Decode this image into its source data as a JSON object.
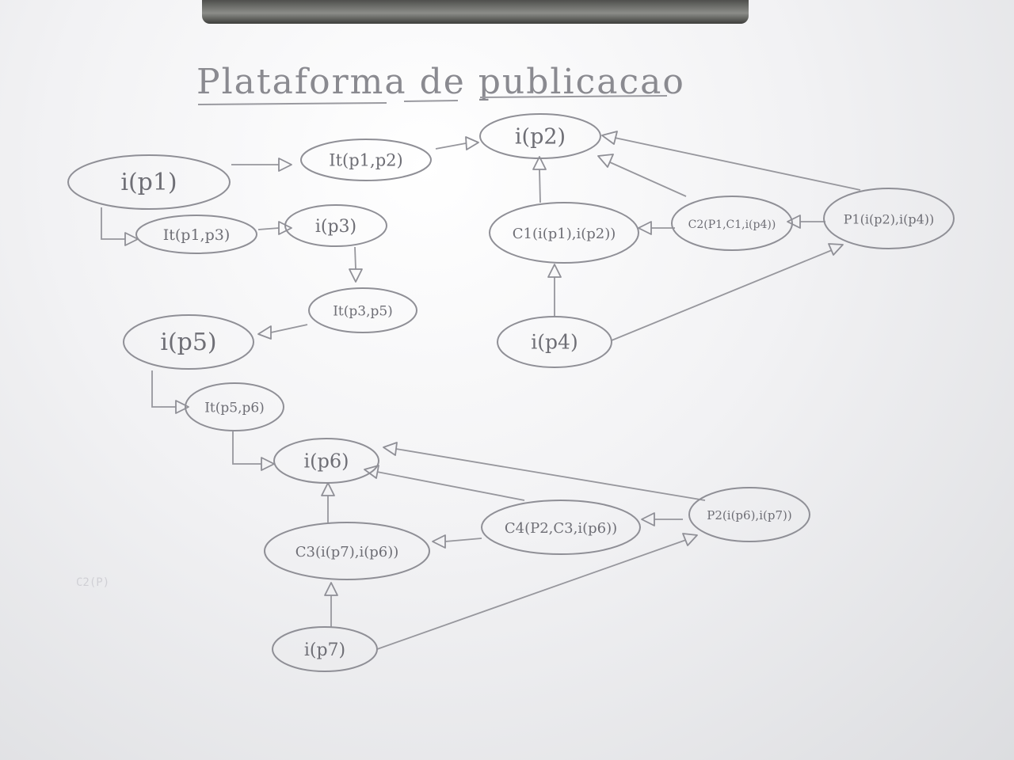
{
  "title": "Plataforma de publicacao",
  "faint_note": "C2(P)",
  "colors": {
    "paper": "#f2f2f4",
    "pencil": "#8f8f96",
    "clip": "#6a6b68"
  },
  "diagram": {
    "nodes": {
      "ip1": {
        "label": "i(p1)"
      },
      "it_p1_p2": {
        "label": "It(p1,p2)"
      },
      "ip2": {
        "label": "i(p2)"
      },
      "it_p1_p3": {
        "label": "It(p1,p3)"
      },
      "ip3": {
        "label": "i(p3)"
      },
      "c1": {
        "label": "C1(i(p1),i(p2))"
      },
      "c2": {
        "label": "C2(P1,C1,i(p4))"
      },
      "p1": {
        "label": "P1(i(p2),i(p4))"
      },
      "it_p3_p5": {
        "label": "It(p3,p5)"
      },
      "ip4": {
        "label": "i(p4)"
      },
      "ip5": {
        "label": "i(p5)"
      },
      "it_p5_p6": {
        "label": "It(p5,p6)"
      },
      "ip6": {
        "label": "i(p6)"
      },
      "c3": {
        "label": "C3(i(p7),i(p6))"
      },
      "c4": {
        "label": "C4(P2,C3,i(p6))"
      },
      "p2": {
        "label": "P2(i(p6),i(p7))"
      },
      "ip7": {
        "label": "i(p7)"
      }
    },
    "edges": [
      {
        "from": "ip1",
        "to": "it_p1_p2"
      },
      {
        "from": "it_p1_p2",
        "to": "ip2"
      },
      {
        "from": "ip1",
        "to": "it_p1_p3"
      },
      {
        "from": "it_p1_p3",
        "to": "ip3"
      },
      {
        "from": "ip3",
        "to": "it_p3_p5"
      },
      {
        "from": "it_p3_p5",
        "to": "ip5"
      },
      {
        "from": "ip5",
        "to": "it_p5_p6"
      },
      {
        "from": "it_p5_p6",
        "to": "ip6"
      },
      {
        "from": "c1",
        "to": "ip2"
      },
      {
        "from": "c2",
        "to": "ip2"
      },
      {
        "from": "c2",
        "to": "c1"
      },
      {
        "from": "p1",
        "to": "ip2"
      },
      {
        "from": "p1",
        "to": "c2"
      },
      {
        "from": "ip4",
        "to": "c1"
      },
      {
        "from": "ip4",
        "to": "p1"
      },
      {
        "from": "c3",
        "to": "ip6"
      },
      {
        "from": "c4",
        "to": "ip6"
      },
      {
        "from": "c4",
        "to": "c3"
      },
      {
        "from": "p2",
        "to": "ip6"
      },
      {
        "from": "p2",
        "to": "c4"
      },
      {
        "from": "ip7",
        "to": "c3"
      },
      {
        "from": "ip7",
        "to": "p2"
      }
    ]
  }
}
